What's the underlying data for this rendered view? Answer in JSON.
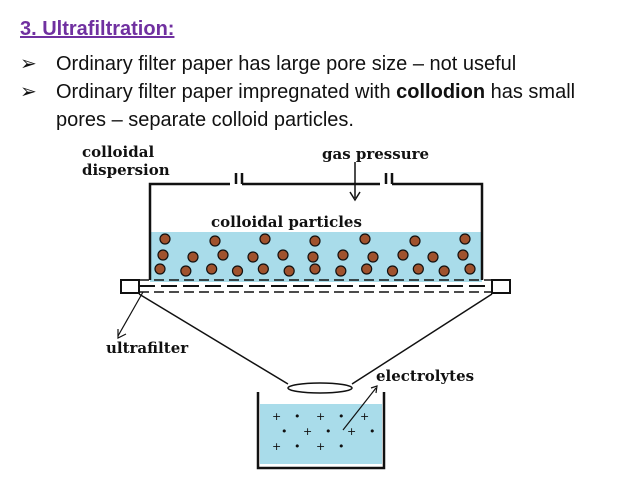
{
  "title": "3. Ultrafiltration:",
  "bullets": [
    {
      "parts": [
        {
          "text": "Ordinary filter paper has large pore size – not useful",
          "bold": false
        }
      ]
    },
    {
      "parts": [
        {
          "text": "Ordinary filter paper impregnated with ",
          "bold": false
        },
        {
          "text": "collodion",
          "bold": true
        },
        {
          "text": " has small pores – separate colloid particles.",
          "bold": false
        }
      ]
    }
  ],
  "bullet_icon": "arrow-bullet-icon",
  "bullet_symbol": "➢",
  "diagram": {
    "labels": {
      "colloidal_line1": "colloidal",
      "colloidal_line2": "dispersion",
      "gas_pressure": "gas pressure",
      "colloidal_particles": "colloidal particles",
      "ultrafilter": "ultrafilter",
      "electrolytes": "electrolytes"
    },
    "colors": {
      "liquid": "#a9dcea",
      "particle": "#a0522d",
      "title": "#7030a0"
    },
    "particles_per_row": [
      7,
      11,
      13
    ],
    "ions_count": 14
  }
}
